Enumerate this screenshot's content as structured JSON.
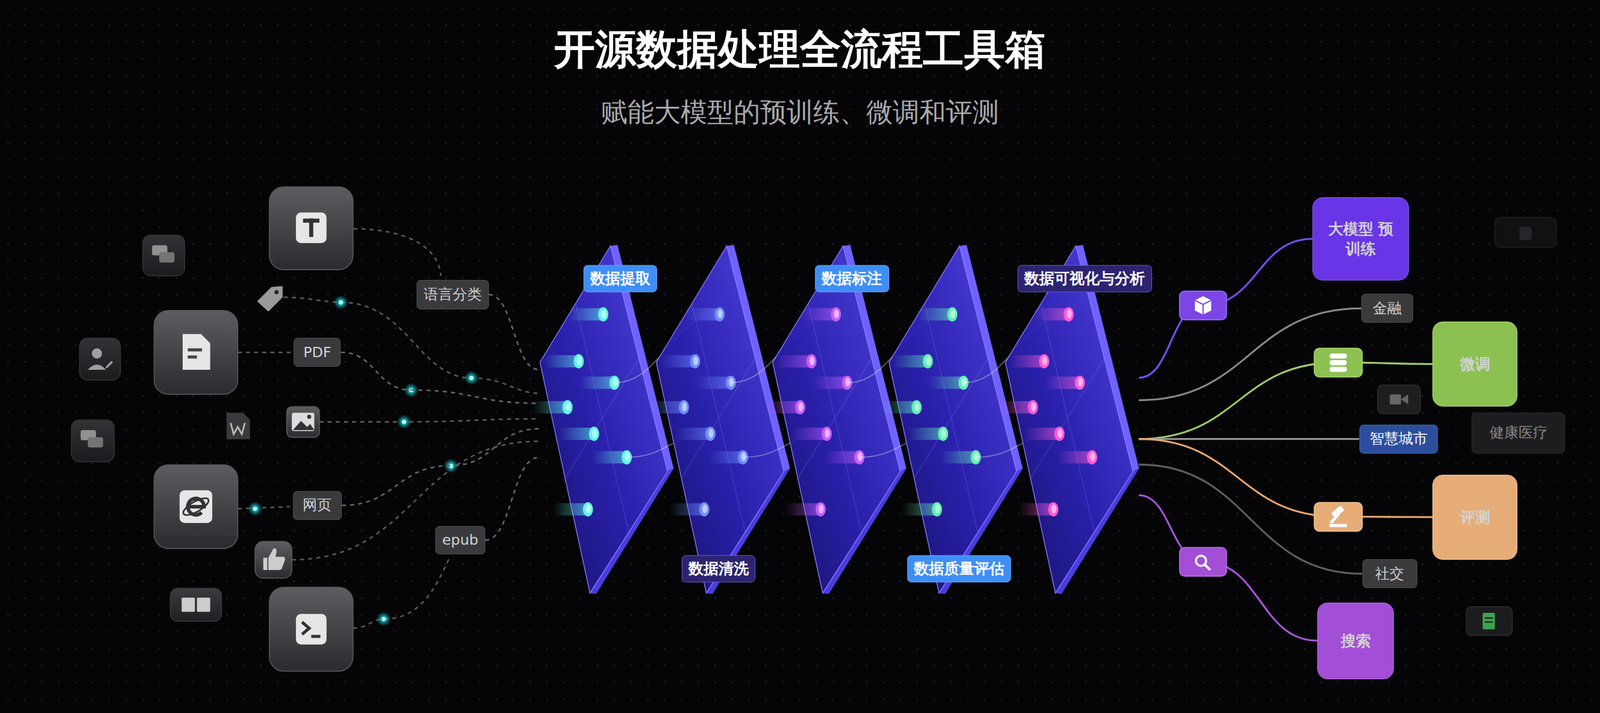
{
  "diagram": {
    "title": "开源数据处理全流程工具箱",
    "nodes": [
      {
        "text": [
          "语言分类"
        ]
      },
      {
        "text": [
          "PDF"
        ]
      },
      {
        "text": [
          "网页"
        ]
      },
      {
        "text": [
          "epub"
        ]
      },
      {
        "text": [
          "数据提取"
        ]
      },
      {
        "text": [
          "数据清洗"
        ]
      },
      {
        "text": [
          "数据标注"
        ]
      },
      {
        "text": [
          "数据质量评估"
        ]
      },
      {
        "text": [
          "数据可视化与分析"
        ]
      },
      {
        "text": [
          "大模型 预训练"
        ]
      },
      {
        "text": [
          "金融"
        ]
      },
      {
        "text": [
          "微调"
        ]
      },
      {
        "text": [
          "智慧城市"
        ]
      },
      {
        "text": [
          "健康医疗"
        ]
      },
      {
        "text": [
          "评测"
        ]
      },
      {
        "text": [
          "社交"
        ]
      },
      {
        "text": [
          "搜索"
        ]
      }
    ],
    "edges": [
      {
        "from": 0,
        "to": 4,
        "arrow": "none"
      },
      {
        "from": 1,
        "to": 4,
        "arrow": "none"
      },
      {
        "from": 2,
        "to": 4,
        "arrow": "none"
      },
      {
        "from": 3,
        "to": 4,
        "arrow": "none"
      },
      {
        "from": 8,
        "to": 9,
        "arrow": "none"
      },
      {
        "from": 8,
        "to": 10,
        "arrow": "none"
      },
      {
        "from": 8,
        "to": 11,
        "arrow": "none"
      },
      {
        "from": 8,
        "to": 12,
        "arrow": "none"
      },
      {
        "from": 8,
        "to": 14,
        "arrow": "none"
      },
      {
        "from": 8,
        "to": 15,
        "arrow": "none"
      },
      {
        "from": 8,
        "to": 16,
        "arrow": "none"
      }
    ],
    "labels": [
      "赋能大模型的预训练、微调和评测"
    ]
  }
}
